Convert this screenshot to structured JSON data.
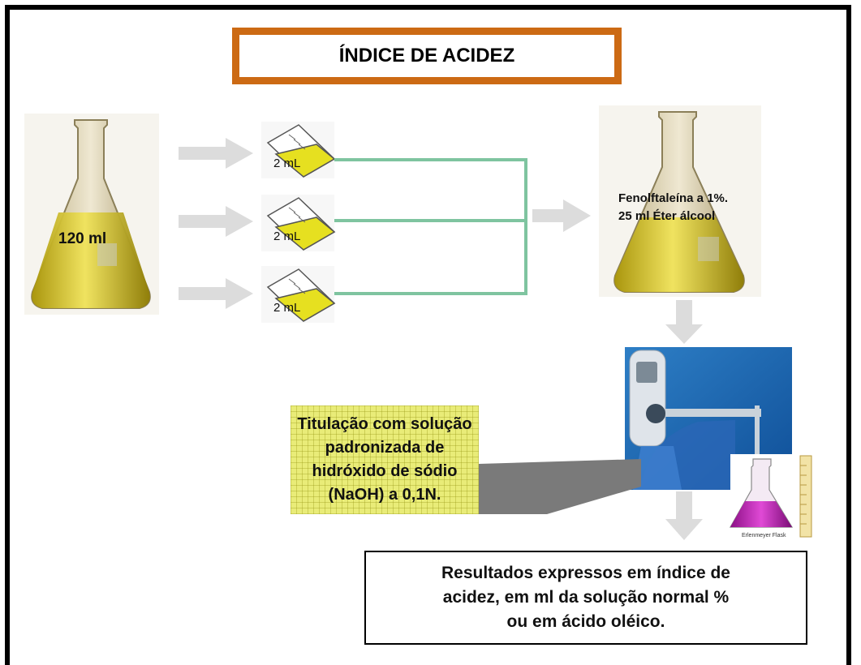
{
  "title": "ÍNDICE DE ACIDEZ",
  "sample_flask": {
    "label": "120 ml"
  },
  "aliquots": [
    {
      "label": "2 mL"
    },
    {
      "label": "2 mL"
    },
    {
      "label": "2 mL"
    }
  ],
  "reagent_flask": {
    "line1": "Fenolftaleína a 1%.",
    "line2": "25 ml Éter álcool"
  },
  "titration": {
    "line1": "Titulação com solução",
    "line2": "padronizada de",
    "line3": "hidróxido de sódio",
    "line4": "(NaOH) a 0,1N."
  },
  "erlenmeyer_caption": "Erlenmeyer Flask",
  "result": {
    "line1": "Resultados expressos em índice de",
    "line2": "acidez, em ml da solução normal %",
    "line3": "ou em ácido oléico."
  },
  "colors": {
    "title_border": "#cc6a14",
    "oil": "#d8c81a",
    "connector": "#7fc4a0",
    "arrow": "#dcdcdc",
    "titration_bg": "#e9ec78",
    "phenolphthalein": "#c21fb8"
  }
}
